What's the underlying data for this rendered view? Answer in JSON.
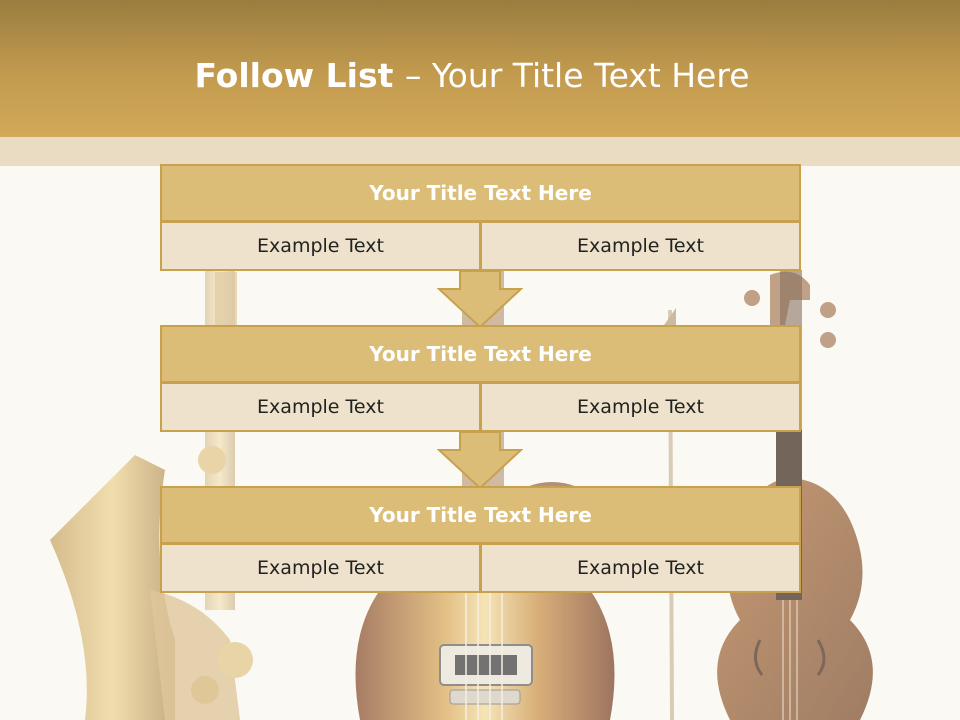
{
  "slide": {
    "title_bold": "Follow List ",
    "title_rest": " – Your Title Text Here"
  },
  "blocks": [
    {
      "title": "Your Title Text Here",
      "left_text": "Example Text",
      "right_text": "Example Text"
    },
    {
      "title": "Your Title Text Here",
      "left_text": "Example Text",
      "right_text": "Example Text"
    },
    {
      "title": "Your Title Text Here",
      "left_text": "Example Text",
      "right_text": "Example Text"
    }
  ],
  "colors": {
    "header": "#c39b4f",
    "block_title_fill": "#dcbd78",
    "block_cell_fill": "#efe2cc",
    "border": "#c8a14f",
    "arrow_fill": "#dcbd78"
  },
  "icons": [
    "saxophone-illustration",
    "electric-guitar-illustration",
    "violin-illustration",
    "down-arrow-icon"
  ]
}
